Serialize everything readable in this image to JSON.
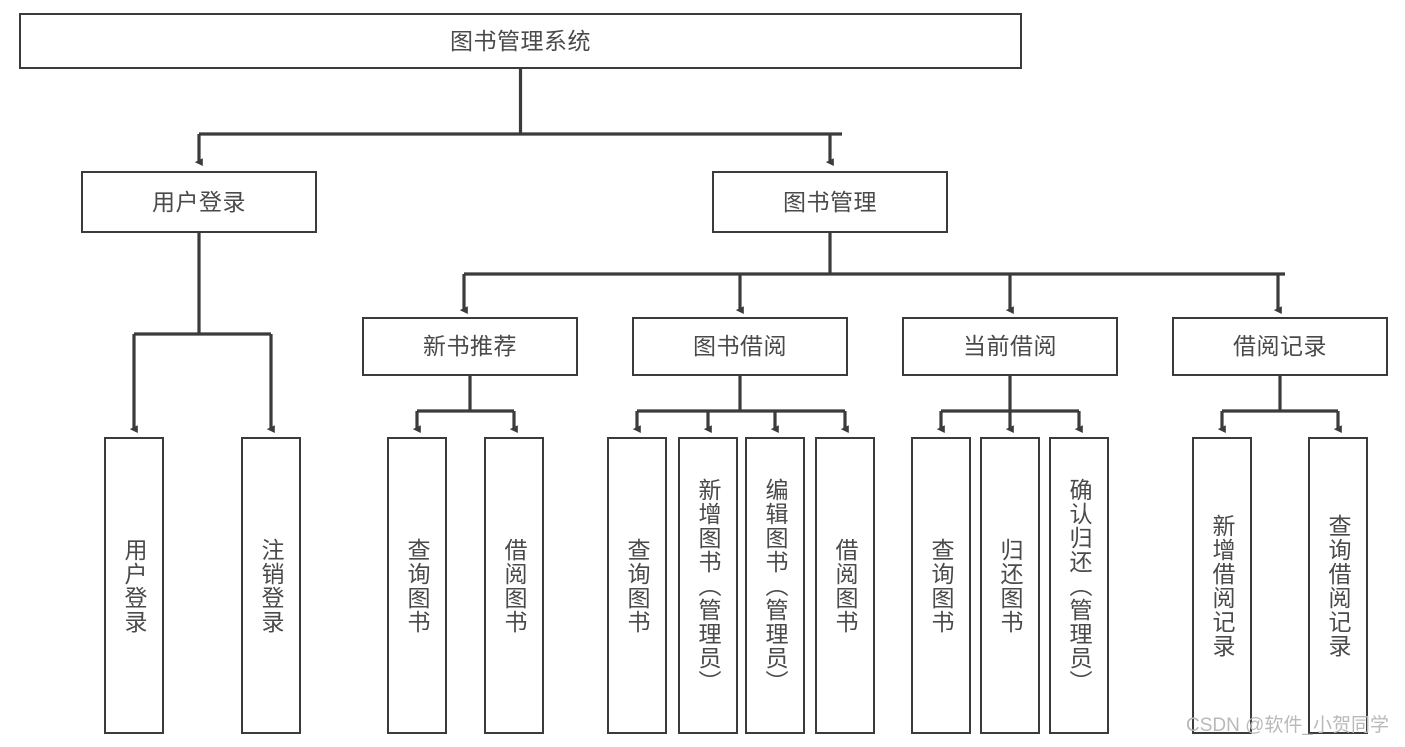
{
  "diagram": {
    "title": "图书管理系统",
    "type": "tree-hierarchy-chart",
    "stroke_color": "#3b3b3b",
    "text_color": "#4a4a4a",
    "background_color": "#ffffff",
    "watermark": "CSDN @软件_小贺同学"
  },
  "nodes": {
    "root": {
      "label": "图书管理系统"
    },
    "level2": [
      {
        "label": "用户登录"
      },
      {
        "label": "图书管理"
      }
    ],
    "level3": [
      {
        "label": "新书推荐"
      },
      {
        "label": "图书借阅"
      },
      {
        "label": "当前借阅"
      },
      {
        "label": "借阅记录"
      }
    ],
    "leaves": {
      "user_login": [
        {
          "label": "用户登录"
        },
        {
          "label": "注销登录"
        }
      ],
      "new_book_recommend": [
        {
          "label": "查询图书"
        },
        {
          "label": "借阅图书"
        }
      ],
      "book_borrow": [
        {
          "label": "查询图书"
        },
        {
          "label": "新增图书（管理员）"
        },
        {
          "label": "编辑图书（管理员）"
        },
        {
          "label": "借阅图书"
        }
      ],
      "current_borrow": [
        {
          "label": "查询图书"
        },
        {
          "label": "归还图书"
        },
        {
          "label": "确认归还（管理员）"
        }
      ],
      "borrow_record": [
        {
          "label": "新增借阅记录"
        },
        {
          "label": "查询借阅记录"
        }
      ]
    }
  }
}
